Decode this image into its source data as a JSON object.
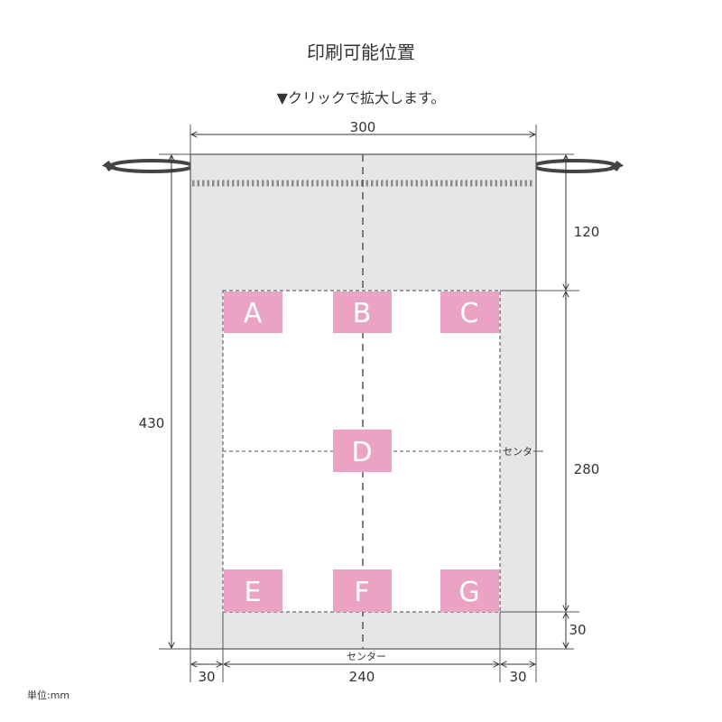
{
  "title": "印刷可能位置",
  "subtitle": "▼クリックで拡大します。",
  "unit_label": "単位:mm",
  "center_label": "センター",
  "dimensions": {
    "width_total": "300",
    "height_total": "430",
    "top_margin": "120",
    "print_height": "280",
    "bottom_margin": "30",
    "left_margin": "30",
    "print_width": "240",
    "right_margin": "30"
  },
  "positions": [
    "A",
    "B",
    "C",
    "D",
    "E",
    "F",
    "G"
  ],
  "colors": {
    "bag": "#e6e6e6",
    "print_area": "#ffffff",
    "position_box": "#eba3c4",
    "cord": "#444444",
    "stitch": "#8c8c8c"
  }
}
